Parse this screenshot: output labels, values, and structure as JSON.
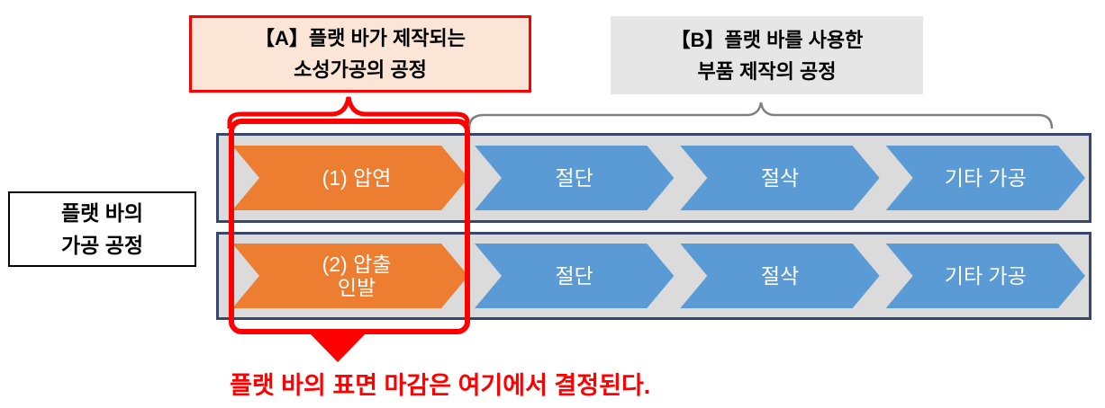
{
  "diagram": {
    "title_implicit": "플랫 바 가공 공정 다이어그램",
    "callout_a": {
      "line1": "【A】플랫 바가 제작되는",
      "line2": "소성가공의 공정"
    },
    "callout_b": {
      "line1": "【B】플랫 바를 사용한",
      "line2": "부품 제작의 공정"
    },
    "side_label": {
      "line1": "플랫 바의",
      "line2": "가공 공정"
    },
    "rows": [
      {
        "steps": [
          {
            "line1": "(1) 압연",
            "line2": "",
            "type": "orange"
          },
          {
            "line1": "절단",
            "line2": "",
            "type": "blue"
          },
          {
            "line1": "절삭",
            "line2": "",
            "type": "blue"
          },
          {
            "line1": "기타 가공",
            "line2": "",
            "type": "blue"
          }
        ]
      },
      {
        "steps": [
          {
            "line1": "(2) 압출",
            "line2": "인발",
            "type": "orange"
          },
          {
            "line1": "절단",
            "line2": "",
            "type": "blue"
          },
          {
            "line1": "절삭",
            "line2": "",
            "type": "blue"
          },
          {
            "line1": "기타 가공",
            "line2": "",
            "type": "blue"
          }
        ]
      }
    ],
    "note": "플랫 바의 표면 마감은 여기에서 결정된다.",
    "colors": {
      "highlight_red": "#FF0000",
      "callout_a_bg": "#FBE5D6",
      "callout_b_bg": "#E7E6E6",
      "row_bg": "#DBDBDB",
      "row_border": "#37476B",
      "step_orange": "#ED7D31",
      "step_blue": "#5B9BD5",
      "brace_gray": "#808080",
      "text_white": "#FFFFFF"
    }
  }
}
